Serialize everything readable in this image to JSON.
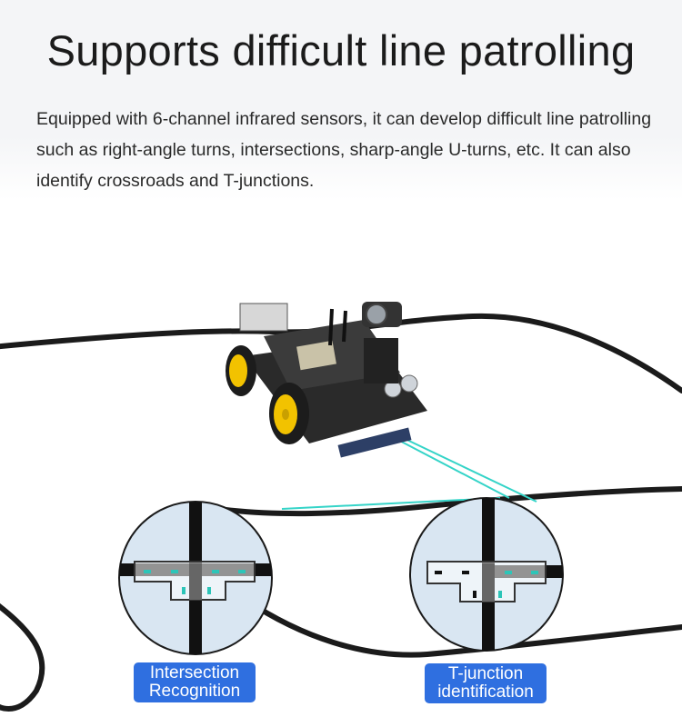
{
  "header": {
    "title": "Supports difficult line patrolling",
    "description": "Equipped with 6-channel infrared sensors, it can develop difficult line patrolling such as right-angle turns, intersections, sharp-angle U-turns, etc. It can also identify crossroads and T-junctions."
  },
  "callouts": {
    "intersection": {
      "line1": "Intersection",
      "line2": "Recognition"
    },
    "tjunction": {
      "line1": "T-junction",
      "line2": "identification"
    }
  },
  "colors": {
    "track": "#1a1a1a",
    "beam": "#35d4c8",
    "label_bg": "#2f6fe0",
    "lens_bg": "#d9e6f2",
    "car_wheel": "#f2c200"
  }
}
